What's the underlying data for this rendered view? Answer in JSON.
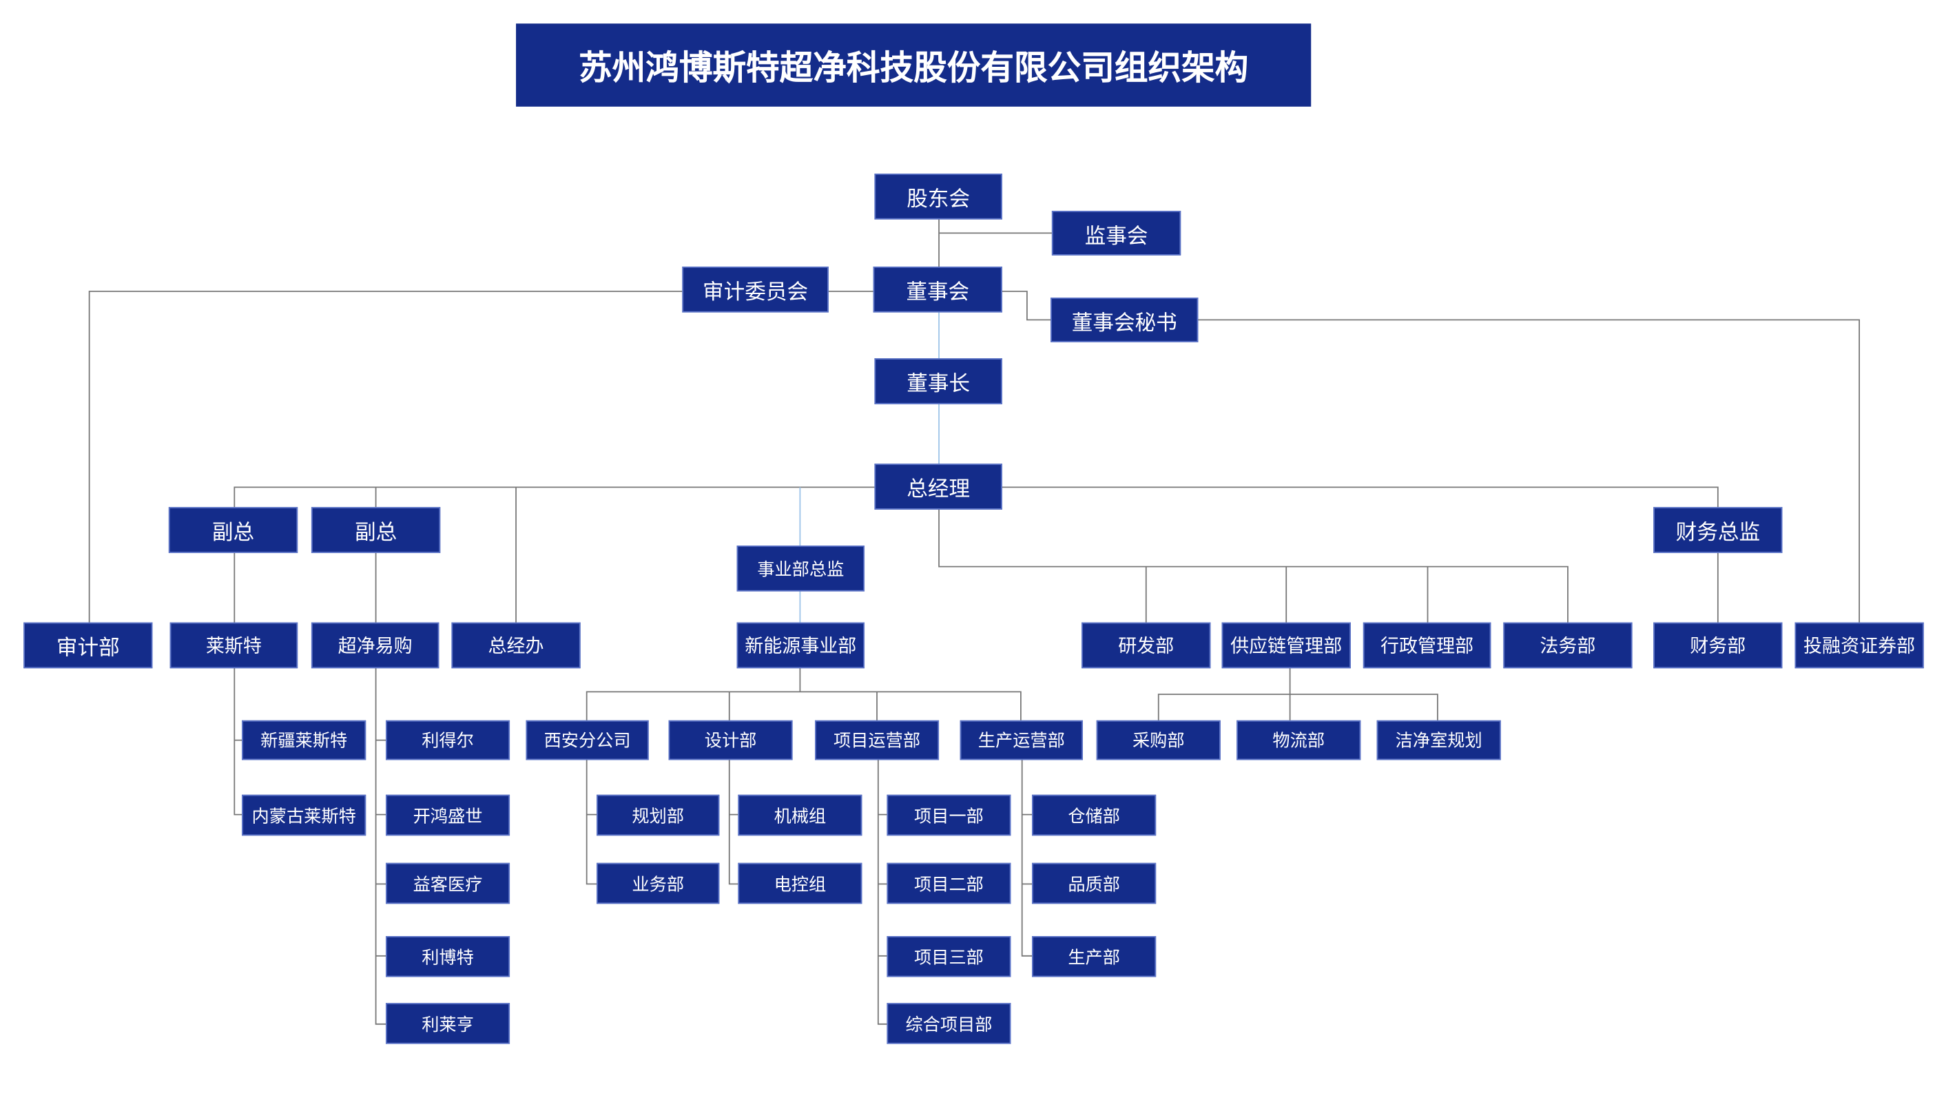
{
  "title": "苏州鸿博斯特超净科技股份有限公司组织架构",
  "colors": {
    "box": "#142c8a",
    "line": "#777777"
  },
  "governance": {
    "shareholders": "股东会",
    "supervisors": "监事会",
    "audit_committee": "审计委员会",
    "board": "董事会",
    "board_secretary": "董事会秘书",
    "chairman": "董事长",
    "general_manager": "总经理"
  },
  "executives": {
    "vp1": "副总",
    "vp2": "副总",
    "bu_director": "事业部总监",
    "cfo": "财务总监"
  },
  "departments": {
    "audit": "审计部",
    "laisite": "莱斯特",
    "chaojing": "超净易购",
    "gm_office": "总经办",
    "new_energy": "新能源事业部",
    "rd": "研发部",
    "supply_chain": "供应链管理部",
    "admin": "行政管理部",
    "legal": "法务部",
    "finance": "财务部",
    "investment": "投融资证券部"
  },
  "laisite_subs": [
    "新疆莱斯特",
    "内蒙古莱斯特"
  ],
  "chaojing_subs": [
    "利得尔",
    "开鸿盛世",
    "益客医疗",
    "利博特",
    "利莱亨"
  ],
  "new_energy_subs": {
    "xian": "西安分公司",
    "design": "设计部",
    "project_ops": "项目运营部",
    "production_ops": "生产运营部"
  },
  "xian_subs": [
    "规划部",
    "业务部"
  ],
  "design_subs": [
    "机械组",
    "电控组"
  ],
  "project_ops_subs": [
    "项目一部",
    "项目二部",
    "项目三部",
    "综合项目部"
  ],
  "production_ops_subs": [
    "仓储部",
    "品质部",
    "生产部"
  ],
  "supply_chain_subs": [
    "采购部",
    "物流部",
    "洁净室规划"
  ]
}
